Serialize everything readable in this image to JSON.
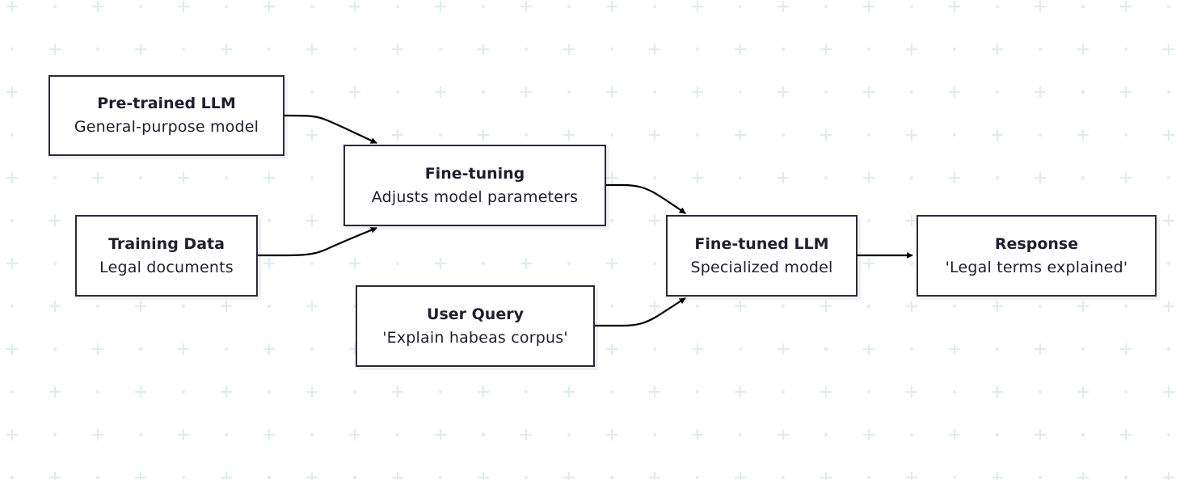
{
  "diagram": {
    "nodes": [
      {
        "id": "pretrained",
        "title": "Pre-trained LLM",
        "subtitle": "General-purpose model"
      },
      {
        "id": "training",
        "title": "Training Data",
        "subtitle": "Legal documents"
      },
      {
        "id": "finetuning",
        "title": "Fine-tuning",
        "subtitle": "Adjusts model parameters"
      },
      {
        "id": "userquery",
        "title": "User Query",
        "subtitle": "'Explain habeas corpus'"
      },
      {
        "id": "finetunedllm",
        "title": "Fine-tuned LLM",
        "subtitle": "Specialized model"
      },
      {
        "id": "response",
        "title": "Response",
        "subtitle": "'Legal terms explained'"
      }
    ],
    "edges": [
      {
        "from": "pretrained",
        "to": "finetuning"
      },
      {
        "from": "training",
        "to": "finetuning"
      },
      {
        "from": "finetuning",
        "to": "finetunedllm"
      },
      {
        "from": "userquery",
        "to": "finetunedllm"
      },
      {
        "from": "finetunedllm",
        "to": "response"
      }
    ],
    "colors": {
      "node_border": "#2b2a3a",
      "edge": "#000000",
      "background_pattern": "#e3eef2"
    }
  }
}
